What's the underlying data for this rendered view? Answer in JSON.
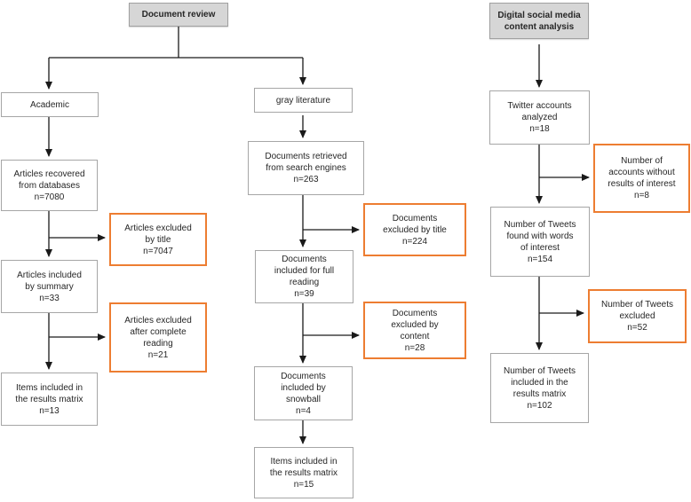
{
  "figure": {
    "type": "flowchart",
    "description": "Document review and digital social media content analysis flow diagram"
  },
  "colors": {
    "orange_border": "#ed7d31",
    "gray_fill": "#d6d6d6",
    "box_border": "#a6a6a6",
    "line_color": "#1a1a1a"
  },
  "headers": {
    "document_review": {
      "lines": [
        "Document review"
      ]
    },
    "social_media": {
      "lines": [
        "Digital social media",
        "content analysis"
      ]
    }
  },
  "academic": {
    "branch": {
      "lines": [
        "Academic"
      ]
    },
    "recovered": {
      "lines": [
        "Articles recovered",
        "from databases",
        "n=7080"
      ]
    },
    "excluded_title": {
      "lines": [
        "Articles excluded",
        "by title",
        "n=7047"
      ]
    },
    "included_summary": {
      "lines": [
        "Articles included",
        "by summary",
        "n=33"
      ]
    },
    "excluded_reading": {
      "lines": [
        "Articles excluded",
        "after complete",
        "reading",
        "n=21"
      ]
    },
    "items_matrix": {
      "lines": [
        "Items included in",
        "the results matrix",
        "n=13"
      ]
    }
  },
  "gray_literature": {
    "branch": {
      "lines": [
        "gray literature"
      ]
    },
    "retrieved": {
      "lines": [
        "Documents retrieved",
        "from search engines",
        "n=263"
      ]
    },
    "excluded_title": {
      "lines": [
        "Documents",
        "excluded by title",
        "n=224"
      ]
    },
    "included_full": {
      "lines": [
        "Documents",
        "included for full",
        "reading",
        "n=39"
      ]
    },
    "excluded_content": {
      "lines": [
        "Documents",
        "excluded by",
        "content",
        "n=28"
      ]
    },
    "snowball": {
      "lines": [
        "Documents",
        "included by",
        "snowball",
        "n=4"
      ]
    },
    "items_matrix": {
      "lines": [
        "Items included in",
        "the results matrix",
        "n=15"
      ]
    }
  },
  "social": {
    "accounts": {
      "lines": [
        "Twitter accounts",
        "analyzed",
        "n=18"
      ]
    },
    "no_results": {
      "lines": [
        "Number of",
        "accounts without",
        "results of interest",
        "n=8"
      ]
    },
    "tweets_found": {
      "lines": [
        "Number of Tweets",
        "found with words",
        "of interest",
        "n=154"
      ]
    },
    "tweets_excluded": {
      "lines": [
        "Number of Tweets",
        "excluded",
        "n=52"
      ]
    },
    "tweets_included": {
      "lines": [
        "Number of Tweets",
        "included in the",
        "results matrix",
        "n=102"
      ]
    }
  }
}
